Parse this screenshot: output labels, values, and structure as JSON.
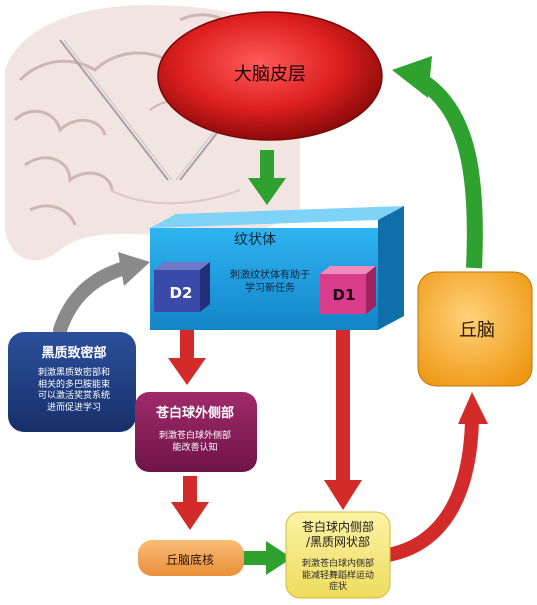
{
  "nodes": {
    "cortex": {
      "label": "大脑皮层"
    },
    "striatum": {
      "label": "纹状体",
      "note_line1": "刺激纹状体有助于",
      "note_line2": "学习新任务"
    },
    "d2": {
      "label": "D2"
    },
    "d1": {
      "label": "D1"
    },
    "thalamus": {
      "label": "丘脑"
    },
    "snc": {
      "label": "黑质致密部",
      "note_line1": "刺激黑质致密部和",
      "note_line2": "相关的多巴胺能束",
      "note_line3": "可以激活奖赏系统",
      "note_line4": "进而促进学习"
    },
    "gpe": {
      "label": "苍白球外侧部",
      "note_line1": "刺激苍白球外侧部",
      "note_line2": "能改善认知"
    },
    "stn": {
      "label": "丘脑底核"
    },
    "gpi": {
      "label_line1": "苍白球内侧部",
      "label_line2": "/黑质网状部",
      "note_line1": "刺激苍白球内侧部",
      "note_line2": "能减轻舞蹈样运动",
      "note_line3": "症状"
    }
  },
  "colors": {
    "excitatory_arrow": "#2ea12e",
    "inhibitory_arrow": "#d32a2a",
    "dopamine_arrow": "#8a8a8a",
    "cortex": "#d81e1e",
    "striatum": "#1ea0e6",
    "d2": "#3a4aa8",
    "d1": "#d83c8a",
    "thalamus": "#f5a623",
    "snc": "#1f3f82",
    "gpe": "#8a1e5a",
    "stn": "#f2a24a",
    "gpi": "#f6e97a"
  }
}
